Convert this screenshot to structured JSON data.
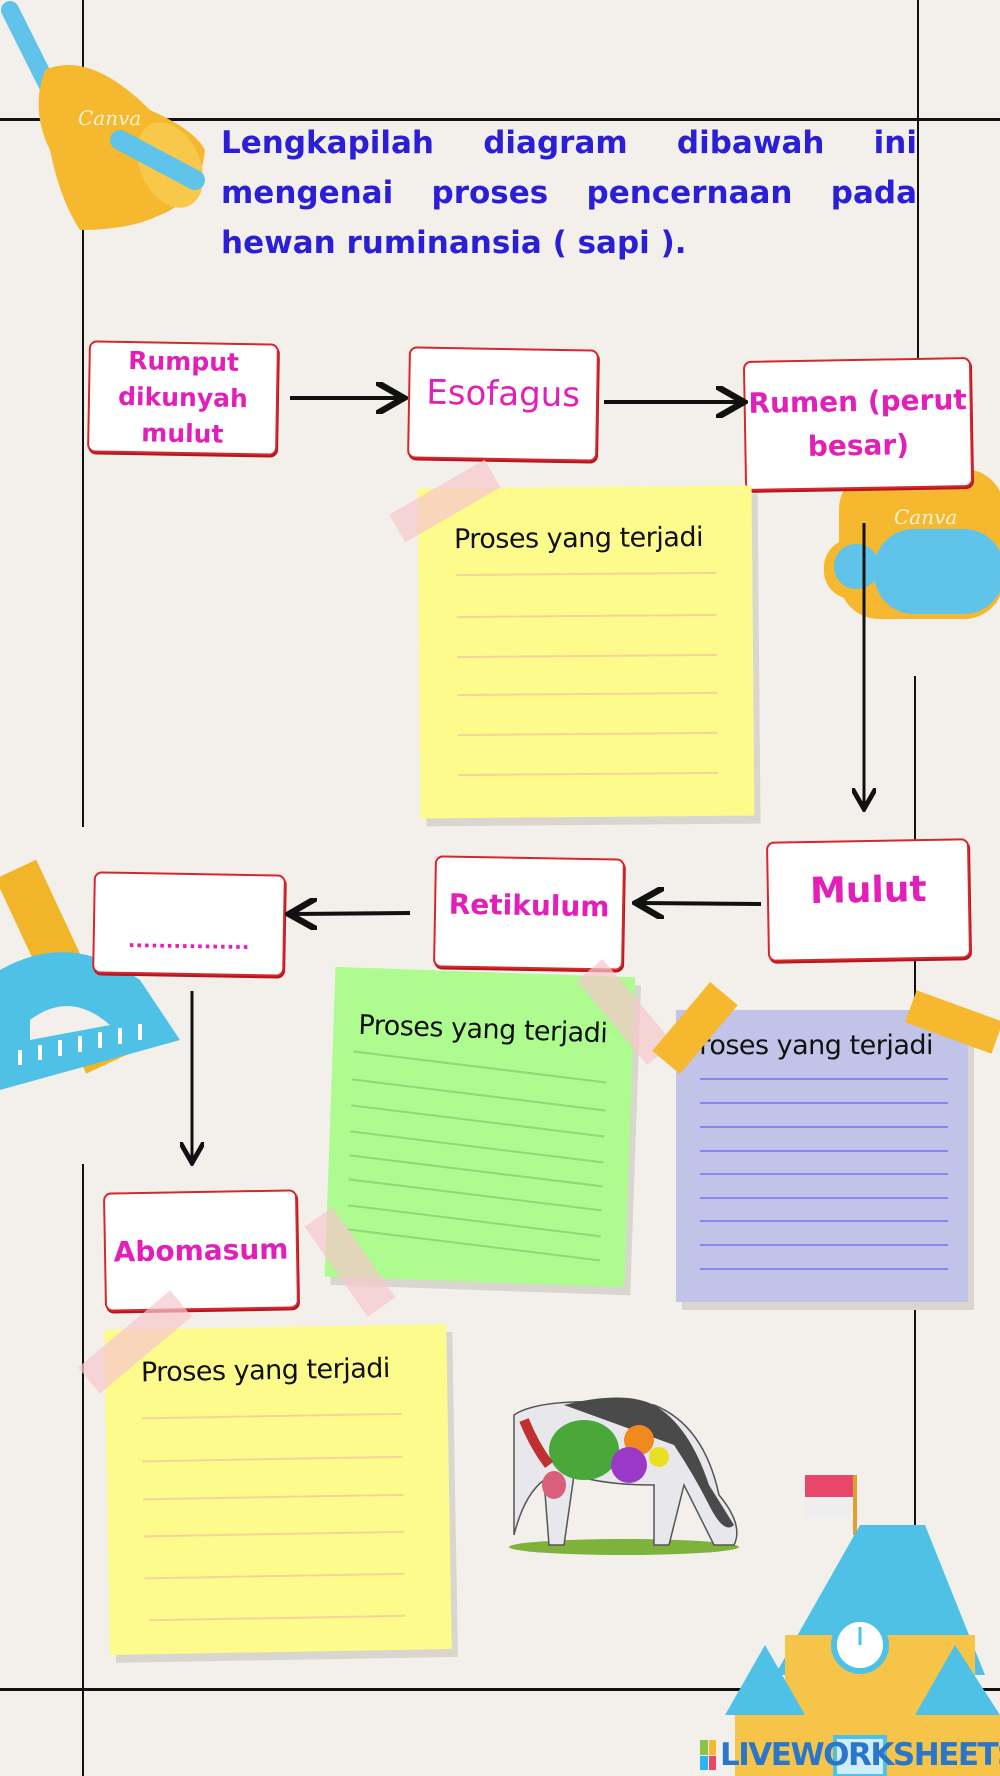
{
  "instruction": "Lengkapilah diagram dibawah ini mengenai proses pencernaan pada hewan ruminansia ( sapi ).",
  "flow": {
    "rumput": "Rumput dikunyah mulut",
    "esofagus": "Esofagus",
    "rumen": "Rumen (perut besar)",
    "mulut": "Mulut",
    "retikulum": "Retikulum",
    "blank": "................",
    "abomasum": "Abomasum"
  },
  "notes": {
    "yellow_top": "Proses yang terjadi",
    "green": "Proses yang terjadi",
    "purple": "Proses yang terjadi",
    "yellow_bottom": "Proses yang terjadi"
  },
  "colors": {
    "title": "#2a1fd6",
    "label": "#e21fb8",
    "box_border": "#d8262c",
    "note_yellow": "#fdfb8c",
    "note_green": "#aefb8f",
    "note_purple": "#c2c3e8"
  },
  "watermark": "Canva",
  "brand": "LIVEWORKSHEETS",
  "icons": [
    "bell-icon",
    "backpack-icon",
    "ruler-protractor-icon",
    "cow-digestive-illustration",
    "school-icon"
  ]
}
